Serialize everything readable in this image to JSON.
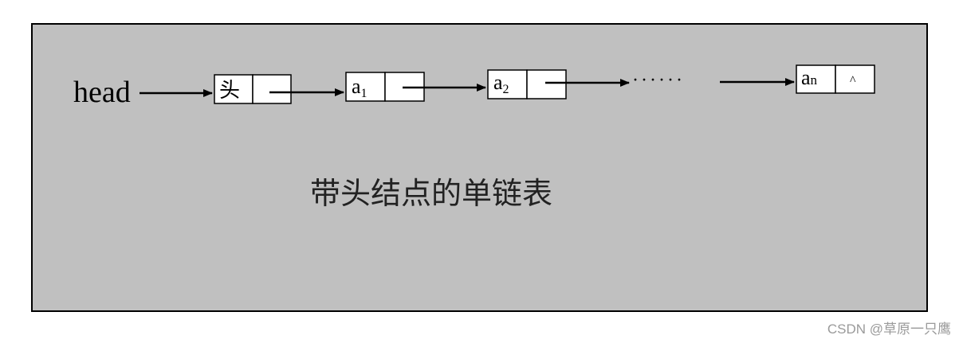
{
  "diagram": {
    "head_label": "head",
    "nodes": [
      {
        "data": "头",
        "sub": "",
        "next": "pointer"
      },
      {
        "data": "a",
        "sub": "1",
        "next": "pointer"
      },
      {
        "data": "a",
        "sub": "2",
        "next": "pointer"
      },
      {
        "data": "a",
        "sub": "n",
        "next": "^"
      }
    ],
    "ellipsis": "······",
    "caption": "带头结点的单链表"
  },
  "watermark": "CSDN @草原一只鹰",
  "colors": {
    "panel": "#c0c0c0",
    "node_fill": "#ffffff",
    "stroke": "#000000",
    "caption_text": "#222222",
    "watermark_text": "#9a9a9a"
  }
}
